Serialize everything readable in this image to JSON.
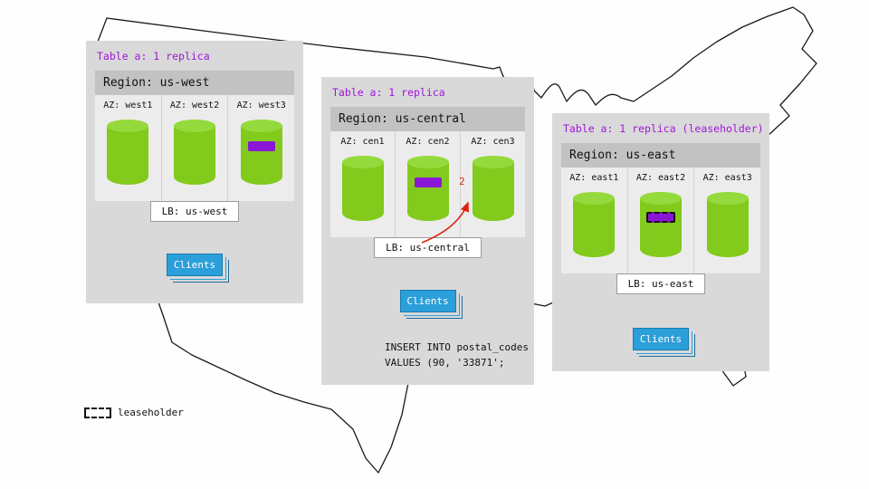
{
  "legend": {
    "label": "leaseholder"
  },
  "regions": [
    {
      "name": "us-west",
      "title": "Table a: 1 replica",
      "region_label": "Region: us-west",
      "azs": [
        {
          "label": "AZ: west1",
          "replica": false,
          "leaseholder": false
        },
        {
          "label": "AZ: west2",
          "replica": false,
          "leaseholder": false
        },
        {
          "label": "AZ: west3",
          "replica": true,
          "leaseholder": false
        }
      ],
      "lb_label": "LB: us-west",
      "clients_label": "Clients"
    },
    {
      "name": "us-central",
      "title": "Table a: 1 replica",
      "region_label": "Region: us-central",
      "azs": [
        {
          "label": "AZ: cen1",
          "replica": false,
          "leaseholder": false
        },
        {
          "label": "AZ: cen2",
          "replica": true,
          "leaseholder": false
        },
        {
          "label": "AZ: cen3",
          "replica": false,
          "leaseholder": false
        }
      ],
      "lb_label": "LB: us-central",
      "clients_label": "Clients",
      "arrow_label": "2",
      "sql_lines": [
        "INSERT INTO postal_codes",
        "VALUES (90, '33871';"
      ]
    },
    {
      "name": "us-east",
      "title": "Table a: 1 replica (leaseholder)",
      "region_label": "Region: us-east",
      "azs": [
        {
          "label": "AZ: east1",
          "replica": false,
          "leaseholder": false
        },
        {
          "label": "AZ: east2",
          "replica": false,
          "leaseholder": true
        },
        {
          "label": "AZ: east3",
          "replica": false,
          "leaseholder": false
        }
      ],
      "lb_label": "LB: us-east",
      "clients_label": "Clients"
    }
  ],
  "colors": {
    "accent_purple": "#a016d9",
    "replica_purple": "#8b17d6",
    "cylinder_green": "#82ca1c",
    "cylinder_green_top": "#95da3c",
    "clients_blue": "#2b9fd9",
    "arrow_red": "#dd2211",
    "panel_gray": "#d9d9d9",
    "header_gray": "#c2c2c2",
    "az_gray": "#ececec"
  }
}
